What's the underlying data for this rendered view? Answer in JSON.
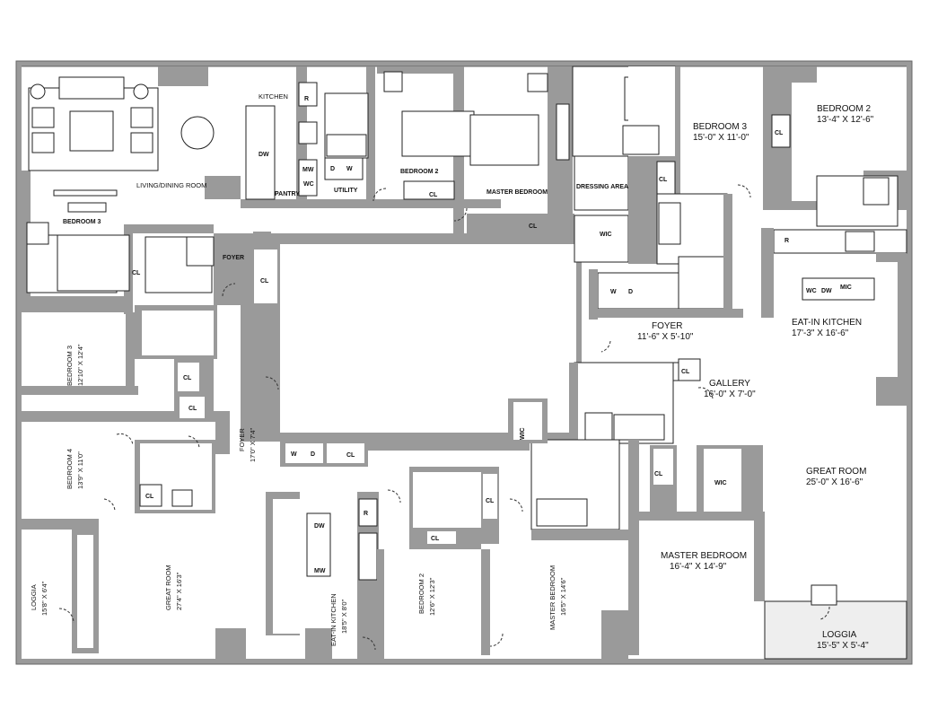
{
  "labels": {
    "kitchen_top": "KITCHEN",
    "living_dining": "LIVING/DINING ROOM",
    "bedroom2_top": "BEDROOM 2",
    "master_bedroom_top": "MASTER BEDROOM",
    "dressing_area": "DRESSING AREA",
    "utility": "UTILITY",
    "pantry": "PANTRY",
    "bedroom3_left": "BEDROOM 3",
    "foyer_top": "FOYER",
    "bedroom3_ur_name": "BEDROOM 3",
    "bedroom3_ur_dim": "15'-0\" X 11'-0\"",
    "bedroom2_ur_name": "BEDROOM 2",
    "bedroom2_ur_dim": "13'-4\" X 12'-6\"",
    "eatin_r_name": "EAT-IN KITCHEN",
    "eatin_r_dim": "17'-3\" X 16'-6\"",
    "foyer_r_name": "FOYER",
    "foyer_r_dim": "11'-6\" X 5'-10\"",
    "gallery_name": "GALLERY",
    "gallery_dim": "16'-0\" X 7'-0\"",
    "great_room_r_name": "GREAT ROOM",
    "great_room_r_dim": "25'-0\" X 16'-6\"",
    "master_r_name": "MASTER BEDROOM",
    "master_r_dim": "16'-4\" X 14'-9\"",
    "loggia_r_name": "LOGGIA",
    "loggia_r_dim": "15'-5\" X 5'-4\"",
    "bedroom3_l_name": "BEDROOM 3",
    "bedroom3_l_dim": "12'10\" X 12'4\"",
    "bedroom4_name": "BEDROOM 4",
    "bedroom4_dim": "13'9\" X 11'0\"",
    "foyer_l_name": "FOYER",
    "foyer_l_dim": "17'0\" X 7'4\"",
    "great_room_l_name": "GREAT ROOM",
    "great_room_l_dim": "27'4\" X 16'3\"",
    "loggia_l_name": "LOGGIA",
    "loggia_l_dim": "15'8\" X 6'4\"",
    "eatin_l_name": "EAT-IN KITCHEN",
    "eatin_l_dim": "18'5\" X 8'0\"",
    "bedroom2_b_name": "BEDROOM 2",
    "bedroom2_b_dim": "12'6\" X 12'3\"",
    "master_b_name": "MASTER BEDROOM",
    "master_b_dim": "16'5\" X 14'6\""
  },
  "fixtures": {
    "cl": "CL",
    "wic": "WIC",
    "dw": "DW",
    "mw": "MW",
    "wc": "WC",
    "mic": "MIC",
    "r": "R",
    "w": "W",
    "d": "D"
  },
  "colors": {
    "wall": "#9a9a9a",
    "floor": "#ffffff",
    "line": "#222222"
  }
}
